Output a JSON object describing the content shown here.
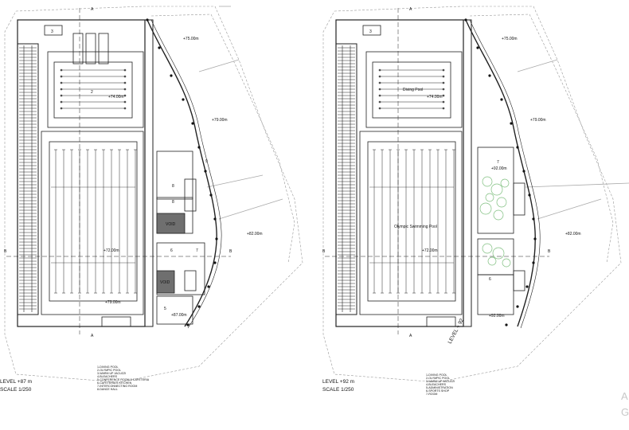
{
  "left_plan": {
    "level_label": "LEVEL +87 m",
    "scale_label": "SCALE 1/250",
    "room_tag": "3",
    "pool_number": "2",
    "elevations": [
      "+75.00m",
      "+74.00m",
      "+79.00m",
      "+82.00m",
      "+72.00m",
      "+79.00m",
      "+87.00m"
    ],
    "void_labels": [
      "VOID",
      "VOID"
    ],
    "room_numbers": [
      "8",
      "8",
      "9",
      "6",
      "7",
      "5"
    ],
    "section_markers": [
      "A",
      "A",
      "B",
      "B"
    ],
    "legend": [
      "1-DIVING POOL",
      "2-OLYMPIC POOL",
      "3-WARM UP JACUZZI",
      "4-BLEACHERS",
      "5-CONFERENCE ROOM & CAFETERIA",
      "6-CAFETERIA'S KITCHEN",
      "7-INTERCONNECTING ROOM",
      "8-DANCE HALL"
    ]
  },
  "right_plan": {
    "level_label": "LEVEL +92 m",
    "scale_label": "SCALE 1/250",
    "room_tag": "3",
    "diving_pool_label": "Diving Pool",
    "olympic_pool_label": "Olympic Swimming Pool",
    "elevations": [
      "+75.00m",
      "+74.00m",
      "+79.00m",
      "+82.00m",
      "+72.00m",
      "+92.00m",
      "+92.00m"
    ],
    "room_numbers": [
      "7",
      "6"
    ],
    "section_markers": [
      "A",
      "A",
      "B",
      "B"
    ],
    "level_stamp": "LEVEL + 92",
    "legend": [
      "1-DIVING POOL",
      "2-OLYMPIC POOL",
      "3-WARM UP JACUZZI",
      "4-BLEACHERS",
      "5-ADMINISTRATION",
      "6-SPORTS SHOP",
      "7-ROOM"
    ]
  },
  "watermark": {
    "line1": "A",
    "line2": "G"
  },
  "colors": {
    "line": "#222222",
    "void_fill": "#6f6f6f",
    "tree": "#7fbf7f",
    "site_outline": "#8a8a8a"
  }
}
